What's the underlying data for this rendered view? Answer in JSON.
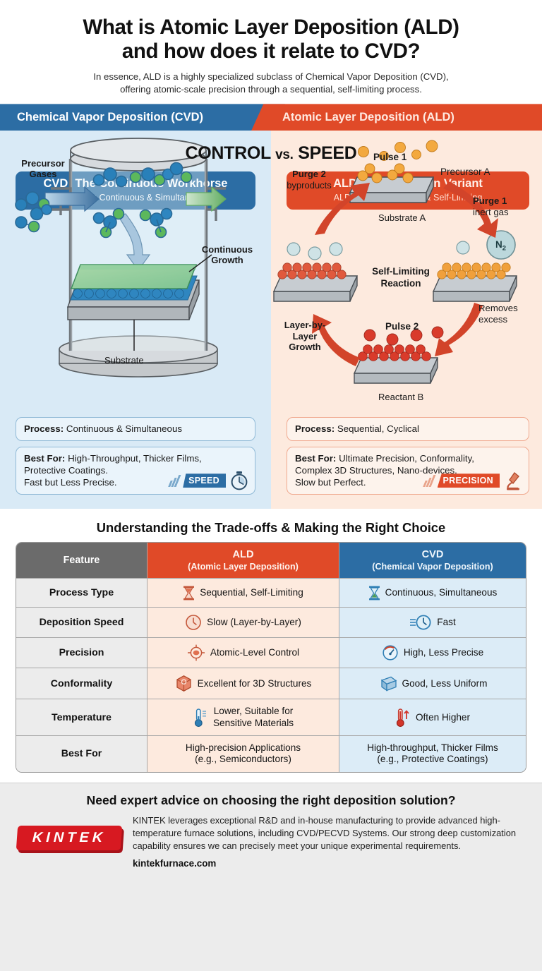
{
  "header": {
    "title_line1": "What is Atomic Layer Deposition (ALD)",
    "title_line2": "and how does it relate to CVD?",
    "subtitle_line1": "In essence, ALD is a highly specialized subclass of Chemical Vapor Deposition (CVD),",
    "subtitle_line2": "offering atomic-scale precision through a sequential, self-limiting process."
  },
  "banner": {
    "left_label": "Chemical Vapor Deposition (CVD)",
    "right_label": "Atomic Layer Deposition (ALD)",
    "left_color": "#2c6da4",
    "right_color": "#e04a28"
  },
  "compare": {
    "section_title": "CONTROL vs. SPEED",
    "vs_word": "vs.",
    "cvd": {
      "card_heading": "CVD: The Continuous Workhorse",
      "card_sub": "Process: Continuous & Simultaneous",
      "diagram": {
        "label_precursor": "Precursor",
        "label_gases": "Gases",
        "label_growth_line1": "Continuous",
        "label_growth_line2": "Growth",
        "label_substrate": "Substrate",
        "atom_blue": "#2980b9",
        "atom_green": "#5cb85c"
      },
      "fact_process_label": "Process:",
      "fact_process_value": "Continuous & Simultaneous",
      "fact_best_label": "Best For:",
      "fact_best_line1": "High-Throughput, Thicker Films,",
      "fact_best_line2": "Protective Coatings.",
      "fact_best_line3": "Fast but Less Precise.",
      "badge": "SPEED",
      "badge_icon": "stopwatch-icon"
    },
    "ald": {
      "card_heading": "ALD: The Precision Variant",
      "card_sub": "ALD Cycle: Sequential & Self-Limiting",
      "diagram": {
        "pulse1": "Pulse 1",
        "precursor_a": "Precursor A",
        "substrate_a": "Substrate A",
        "purge1_line1": "Purge 1",
        "purge1_line2": "inert gas",
        "n2": "N",
        "n2_sub": "2",
        "removes_line1": "Removes",
        "removes_line2": "excess",
        "pulse2": "Pulse 2",
        "reactant_b": "Reactant B",
        "growth_line1": "Layer-by-",
        "growth_line2": "Layer",
        "growth_line3": "Growth",
        "purge2_line1": "Purge 2",
        "purge2_line2": "byproducts",
        "center_line1": "Self-Limiting",
        "center_line2": "Reaction",
        "atom_orange": "#f0a03c",
        "atom_red": "#d93b2b",
        "atom_pale": "#bcd8dc"
      },
      "fact_process_label": "Process:",
      "fact_process_value": "Sequential, Cyclical",
      "fact_best_label": "Best For:",
      "fact_best_line1": "Ultimate Precision, Conformality,",
      "fact_best_line2": "Complex 3D Structures, Nano-devices.",
      "fact_best_line3": "Slow but Perfect.",
      "badge": "PRECISION",
      "badge_icon": "microscope-icon"
    }
  },
  "table": {
    "title": "Understanding the Trade-offs & Making the Right Choice",
    "headers": {
      "feature": "Feature",
      "ald_main": "ALD",
      "ald_sub": "(Atomic Layer Deposition)",
      "cvd_main": "CVD",
      "cvd_sub": "(Chemical Vapor Deposition)"
    },
    "rows": [
      {
        "feature": "Process Type",
        "ald": "Sequential, Self-Limiting",
        "ald_icon": "hourglass-icon",
        "cvd": "Continuous, Simultaneous",
        "cvd_icon": "hourglass-icon"
      },
      {
        "feature": "Deposition Speed",
        "ald": "Slow (Layer-by-Layer)",
        "ald_icon": "clock-icon",
        "cvd": "Fast",
        "cvd_icon": "fast-clock-icon"
      },
      {
        "feature": "Precision",
        "ald": "Atomic-Level Control",
        "ald_icon": "target-icon",
        "cvd": "High, Less Precise",
        "cvd_icon": "gauge-icon"
      },
      {
        "feature": "Conformality",
        "ald": "Excellent for 3D Structures",
        "ald_icon": "cube-wrapped-icon",
        "cvd": "Good, Less Uniform",
        "cvd_icon": "cube-icon"
      },
      {
        "feature": "Temperature",
        "ald": "Lower, Suitable for\nSensitive Materials",
        "ald_icon": "thermometer-low-icon",
        "cvd": "Often Higher",
        "cvd_icon": "thermometer-high-icon"
      },
      {
        "feature": "Best For",
        "ald": "High-precision Applications\n(e.g., Semiconductors)",
        "ald_icon": "",
        "cvd": "High-throughput, Thicker Films\n(e.g., Protective Coatings)",
        "cvd_icon": ""
      }
    ]
  },
  "footer": {
    "heading": "Need expert advice on choosing the right deposition solution?",
    "logo_text": "KINTEK",
    "body": "KINTEK leverages exceptional R&D and in-house manufacturing to provide advanced high-temperature furnace solutions, including CVD/PECVD Systems. Our strong deep customization capability ensures we can precisely meet your unique experimental requirements.",
    "url": "kintekfurnace.com"
  }
}
